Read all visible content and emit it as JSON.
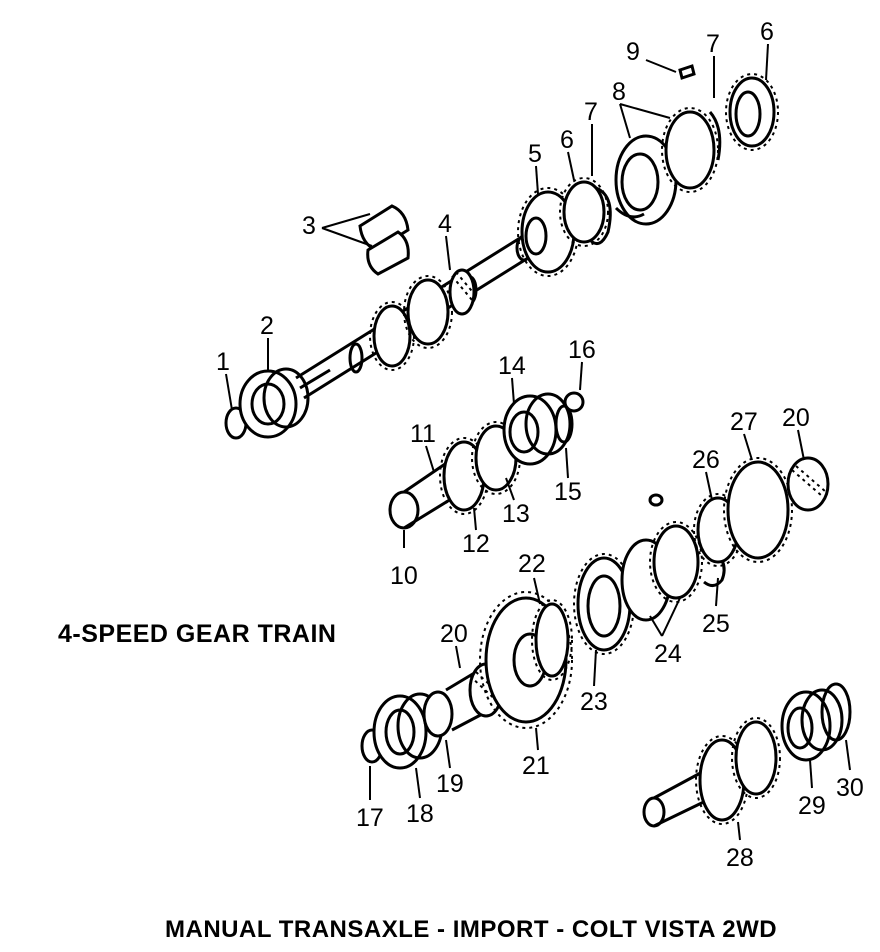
{
  "diagram": {
    "heading": "4-SPEED GEAR TRAIN",
    "footer": "MANUAL TRANSAXLE - IMPORT - COLT VISTA 2WD",
    "callouts": [
      "1",
      "2",
      "3",
      "4",
      "5",
      "6",
      "6",
      "7",
      "7",
      "8",
      "9",
      "10",
      "11",
      "12",
      "13",
      "14",
      "15",
      "16",
      "17",
      "18",
      "19",
      "20",
      "20",
      "21",
      "22",
      "23",
      "24",
      "25",
      "26",
      "27",
      "28",
      "29",
      "30"
    ]
  }
}
